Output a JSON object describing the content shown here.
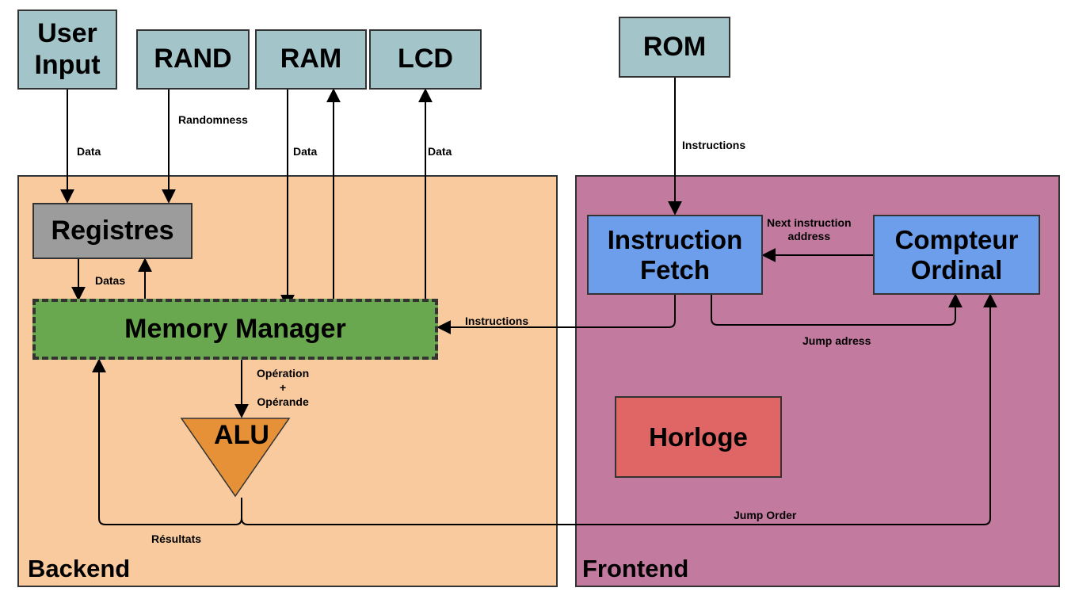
{
  "colors": {
    "external": "#a3c4c9",
    "backend": "#f8ca9e",
    "frontend": "#c27b9f",
    "registres": "#9c9c9c",
    "memory_manager": "#6aa84f",
    "alu": "#e69138",
    "frontend_block": "#6d9eeb",
    "horloge": "#e06666",
    "stroke": "#333333"
  },
  "external": {
    "user_input": "User\nInput",
    "rand": "RAND",
    "ram": "RAM",
    "lcd": "LCD",
    "rom": "ROM"
  },
  "regions": {
    "backend": "Backend",
    "frontend": "Frontend"
  },
  "blocks": {
    "registres": "Registres",
    "memory_manager": "Memory Manager",
    "alu": "ALU",
    "instruction_fetch": "Instruction\nFetch",
    "compteur_ordinal": "Compteur\nOrdinal",
    "horloge": "Horloge"
  },
  "edges": {
    "user_input_data": "Data",
    "randomness": "Randomness",
    "ram_data": "Data",
    "lcd_data": "Data",
    "datas": "Datas",
    "instructions_to_mm": "Instructions",
    "rom_instructions": "Instructions",
    "next_instruction_address": "Next instruction\naddress",
    "jump_adress": "Jump adress",
    "operation_operande": "Opération\n+\nOpérande",
    "resultats": "Résultats",
    "jump_order": "Jump Order"
  }
}
